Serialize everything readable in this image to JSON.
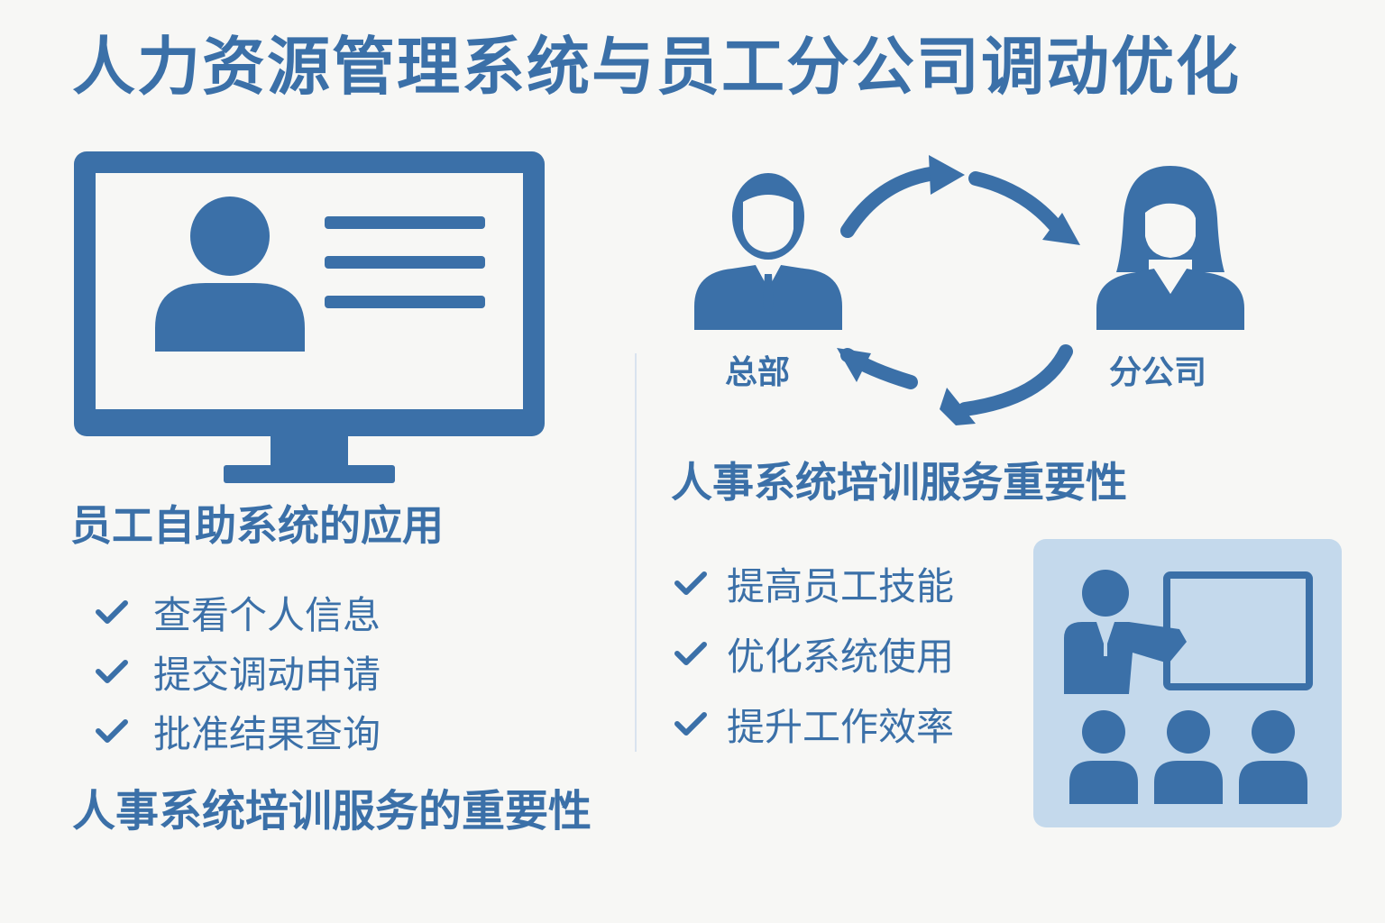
{
  "title": "人力资源管理系统与员工分公司调动优化",
  "self_service": {
    "heading": "员工自助系统的应用",
    "items": [
      "查看个人信息",
      "提交调动申请",
      "批准结果查询"
    ]
  },
  "transfer": {
    "hq_label": "总部",
    "branch_label": "分公司"
  },
  "training": {
    "heading": "人事系统培训服务重要性",
    "items": [
      "提高员工技能",
      "优化系统使用",
      "提升工作效率"
    ]
  },
  "bottom_heading": "人事系统培训服务的重要性",
  "colors": {
    "primary": "#3b70a8",
    "panel": "#c4d9ec",
    "background": "#f7f7f5"
  },
  "icons": [
    "monitor-icon",
    "user-profile-icon",
    "male-employee-icon",
    "female-employee-icon",
    "cycle-arrows-icon",
    "trainer-icon",
    "whiteboard-icon",
    "audience-icon",
    "checkmark-icon"
  ]
}
